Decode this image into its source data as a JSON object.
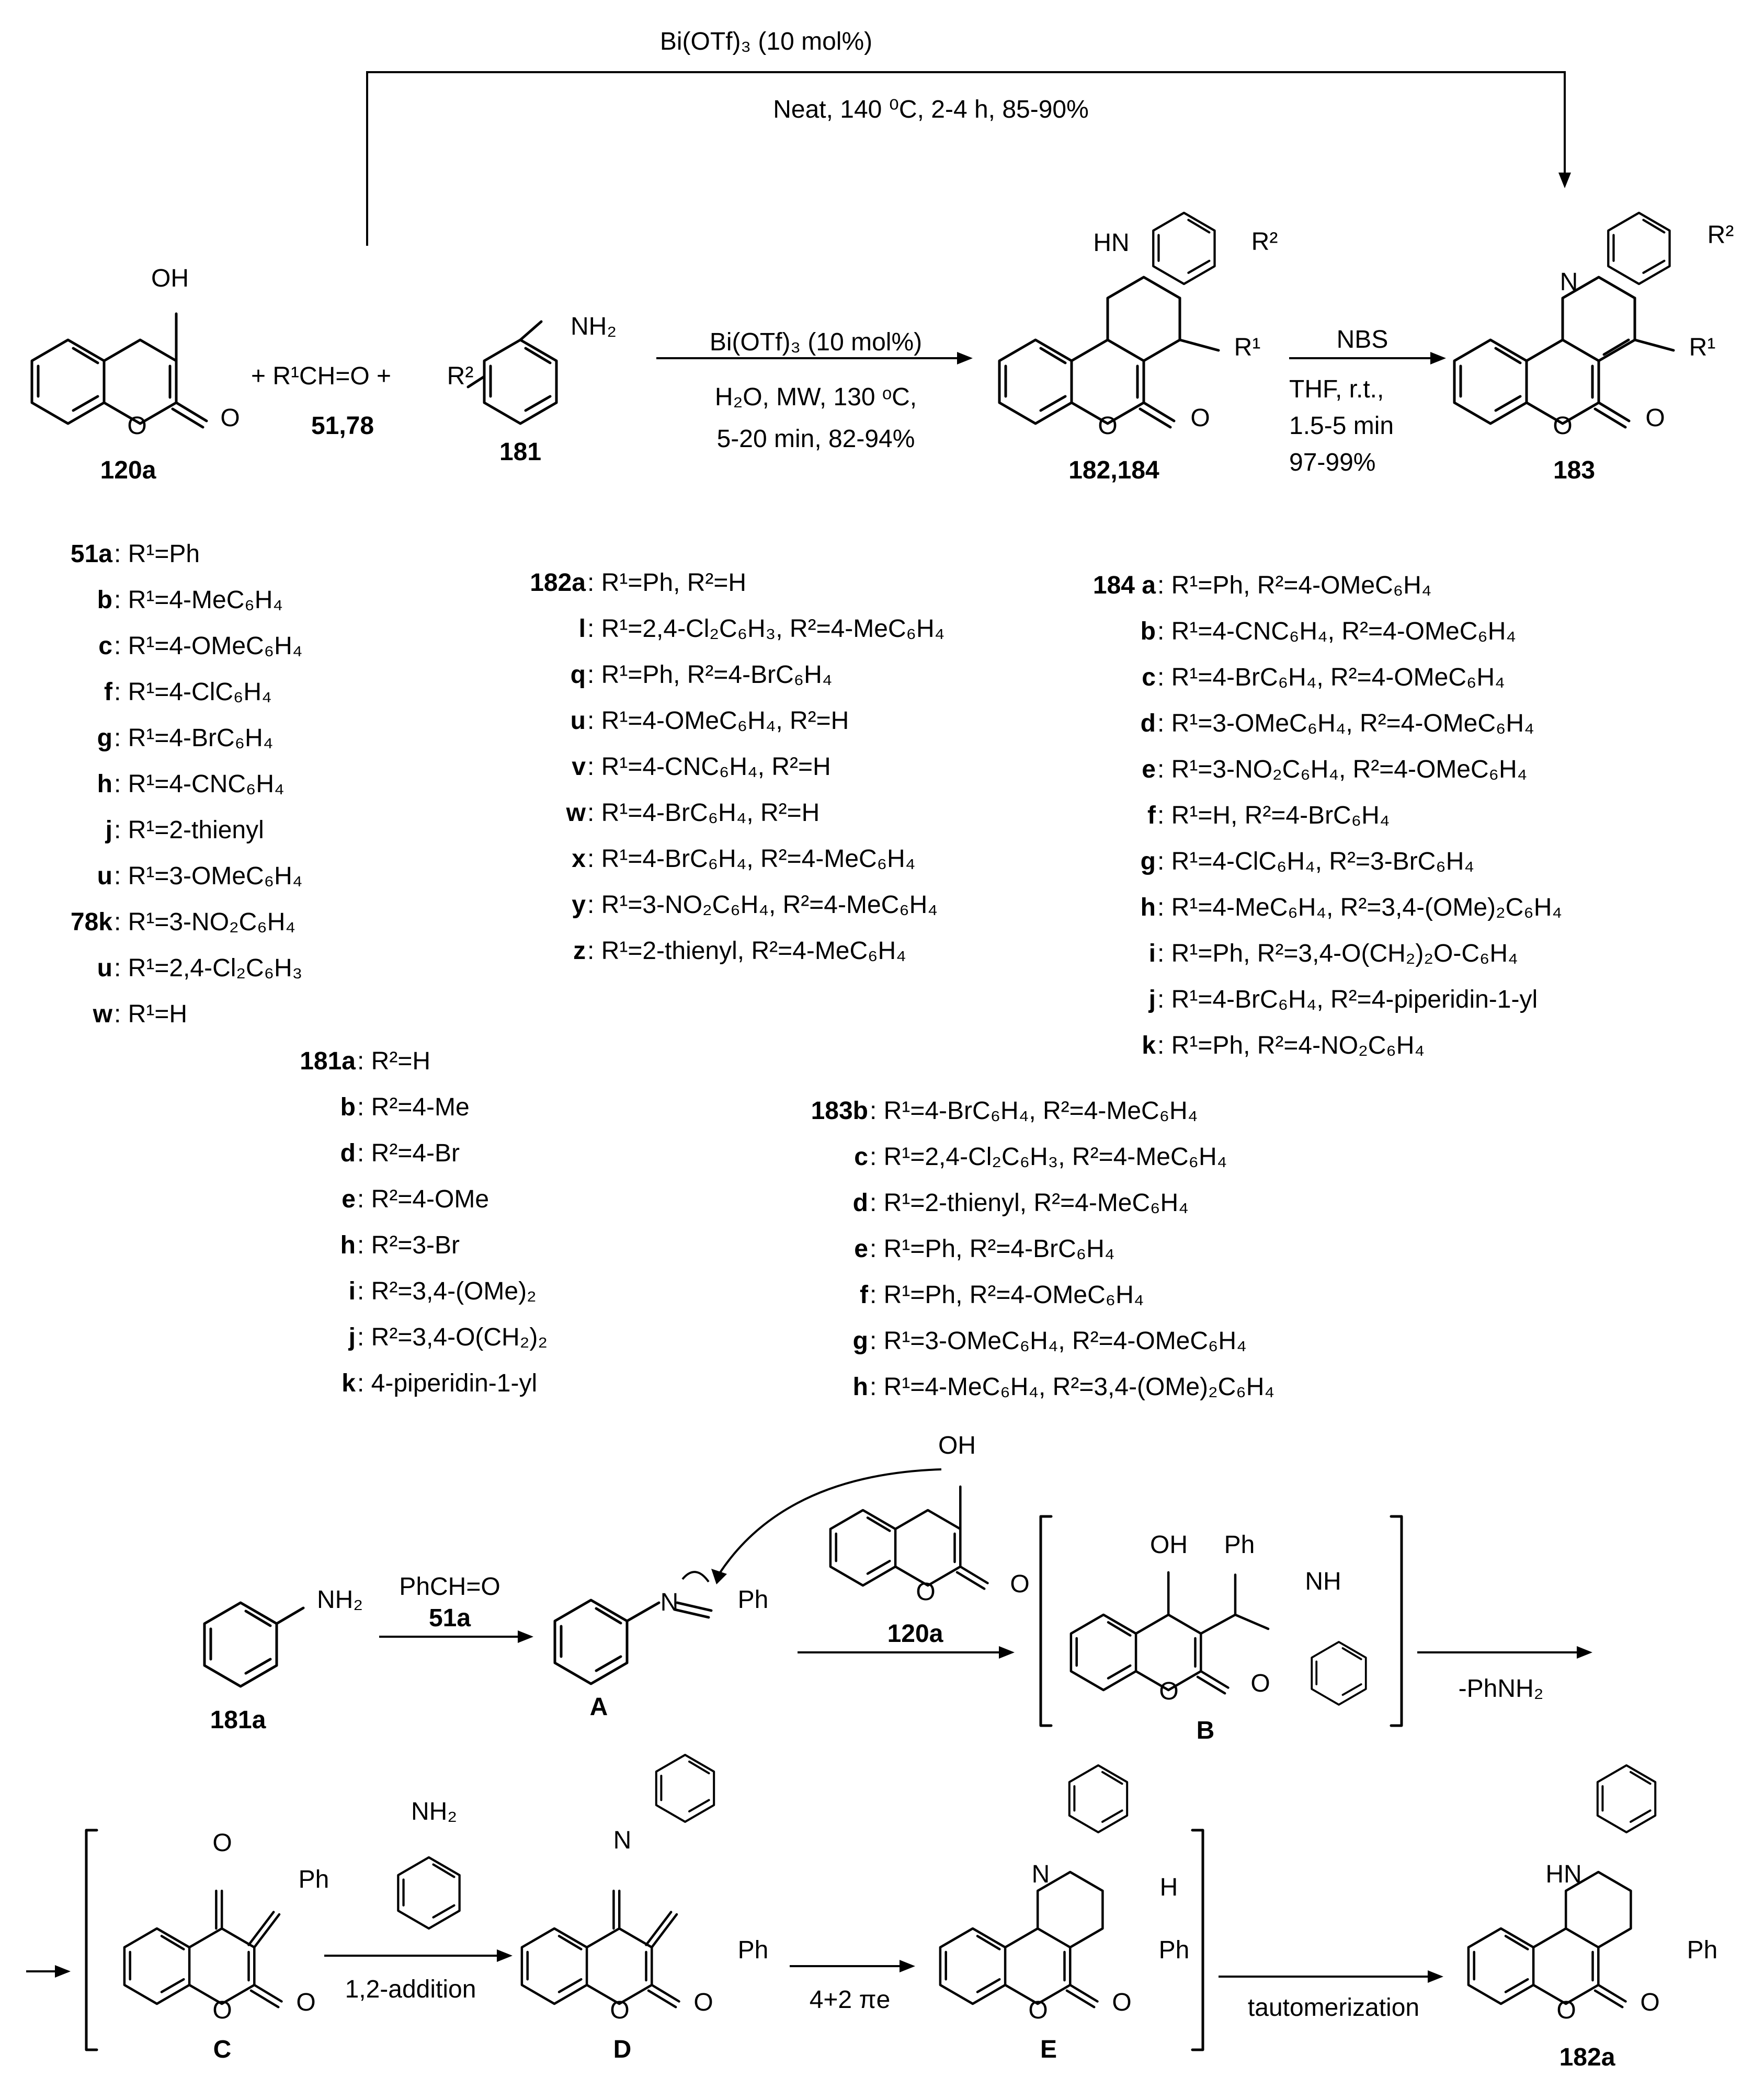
{
  "top_conditions": {
    "catalyst": "Bi(OTf)₃ (10 mol%)",
    "conditions": "Neat, 140 ⁰C, 2-4 h, 85-90%"
  },
  "reaction1": {
    "catalyst": "Bi(OTf)₃ (10 mol%)",
    "line1": "H₂O, MW, 130 ᵒC,",
    "line2": "5-20 min, 82-94%"
  },
  "reaction2": {
    "reagent": "NBS",
    "line1": "THF, r.t.,",
    "line2": "1.5-5 min",
    "line3": "97-99%"
  },
  "compounds": {
    "c120a": "120a",
    "aldehyde": "+ R¹CH=O +",
    "c5178": "51,78",
    "c181": "181",
    "c182184": "182,184",
    "c183": "183"
  },
  "atoms": {
    "oh": "OH",
    "o": "O",
    "nh2": "NH₂",
    "hn": "HN",
    "nh": "NH",
    "n": "N",
    "r1": "R¹",
    "r2": "R²",
    "h": "H",
    "ph": "Ph"
  },
  "list_51": [
    {
      "id": "51a",
      "text": ": R¹=Ph"
    },
    {
      "id": "b",
      "text": ": R¹=4-MeC₆H₄"
    },
    {
      "id": "c",
      "text": ": R¹=4-OMeC₆H₄"
    },
    {
      "id": "f",
      "text": ": R¹=4-ClC₆H₄"
    },
    {
      "id": "g",
      "text": ": R¹=4-BrC₆H₄"
    },
    {
      "id": "h",
      "text": ": R¹=4-CNC₆H₄"
    },
    {
      "id": "j",
      "text": ": R¹=2-thienyl"
    },
    {
      "id": "u",
      "text": ": R¹=3-OMeC₆H₄"
    },
    {
      "id": "78k",
      "text": ": R¹=3-NO₂C₆H₄"
    },
    {
      "id": "u",
      "text": ": R¹=2,4-Cl₂C₆H₃"
    },
    {
      "id": "w",
      "text": ": R¹=H"
    }
  ],
  "list_182": [
    {
      "id": "182a",
      "text": ": R¹=Ph, R²=H"
    },
    {
      "id": "l",
      "text": ": R¹=2,4-Cl₂C₆H₃, R²=4-MeC₆H₄"
    },
    {
      "id": "q",
      "text": ": R¹=Ph, R²=4-BrC₆H₄"
    },
    {
      "id": "u",
      "text": ": R¹=4-OMeC₆H₄, R²=H"
    },
    {
      "id": "v",
      "text": ": R¹=4-CNC₆H₄, R²=H"
    },
    {
      "id": "w",
      "text": ": R¹=4-BrC₆H₄, R²=H"
    },
    {
      "id": "x",
      "text": ": R¹=4-BrC₆H₄, R²=4-MeC₆H₄"
    },
    {
      "id": "y",
      "text": ": R¹=3-NO₂C₆H₄, R²=4-MeC₆H₄"
    },
    {
      "id": "z",
      "text": ": R¹=2-thienyl, R²=4-MeC₆H₄"
    }
  ],
  "list_184": [
    {
      "id": "184 a",
      "text": ": R¹=Ph, R²=4-OMeC₆H₄"
    },
    {
      "id": "b",
      "text": ": R¹=4-CNC₆H₄, R²=4-OMeC₆H₄"
    },
    {
      "id": "c",
      "text": ": R¹=4-BrC₆H₄, R²=4-OMeC₆H₄"
    },
    {
      "id": "d",
      "text": ": R¹=3-OMeC₆H₄, R²=4-OMeC₆H₄"
    },
    {
      "id": "e",
      "text": ": R¹=3-NO₂C₆H₄, R²=4-OMeC₆H₄"
    },
    {
      "id": "f",
      "text": ": R¹=H, R²=4-BrC₆H₄"
    },
    {
      "id": "g",
      "text": ": R¹=4-ClC₆H₄, R²=3-BrC₆H₄"
    },
    {
      "id": "h",
      "text": ": R¹=4-MeC₆H₄, R²=3,4-(OMe)₂C₆H₄"
    },
    {
      "id": "i",
      "text": ": R¹=Ph, R²=3,4-O(CH₂)₂O-C₆H₄"
    },
    {
      "id": "j",
      "text": ": R¹=4-BrC₆H₄, R²=4-piperidin-1-yl"
    },
    {
      "id": "k",
      "text": ": R¹=Ph, R²=4-NO₂C₆H₄"
    }
  ],
  "list_181": [
    {
      "id": "181a",
      "text": ": R²=H"
    },
    {
      "id": "b",
      "text": ": R²=4-Me"
    },
    {
      "id": "d",
      "text": ": R²=4-Br"
    },
    {
      "id": "e",
      "text": ": R²=4-OMe"
    },
    {
      "id": "h",
      "text": ": R²=3-Br"
    },
    {
      "id": "i",
      "text": ": R²=3,4-(OMe)₂"
    },
    {
      "id": "j",
      "text": ": R²=3,4-O(CH₂)₂"
    },
    {
      "id": "k",
      "text": ": 4-piperidin-1-yl"
    }
  ],
  "list_183": [
    {
      "id": "183b",
      "text": ": R¹=4-BrC₆H₄, R²=4-MeC₆H₄"
    },
    {
      "id": "c",
      "text": ": R¹=2,4-Cl₂C₆H₃, R²=4-MeC₆H₄"
    },
    {
      "id": "d",
      "text": ": R¹=2-thienyl, R²=4-MeC₆H₄"
    },
    {
      "id": "e",
      "text": ": R¹=Ph, R²=4-BrC₆H₄"
    },
    {
      "id": "f",
      "text": ": R¹=Ph, R²=4-OMeC₆H₄"
    },
    {
      "id": "g",
      "text": ": R¹=3-OMeC₆H₄, R²=4-OMeC₆H₄"
    },
    {
      "id": "h",
      "text": ": R¹=4-MeC₆H₄, R²=3,4-(OMe)₂C₆H₄"
    }
  ],
  "mechanism": {
    "reagent1": "PhCH=O",
    "reagent1_id": "51a",
    "start": "181a",
    "A": "A",
    "coumarin_id": "120a",
    "B": "B",
    "loss": "-PhNH₂",
    "C": "C",
    "addition": "1,2-addition",
    "D": "D",
    "pericyclic": "4+2 πe",
    "E": "E",
    "taut": "tautomerization",
    "product": "182a"
  }
}
